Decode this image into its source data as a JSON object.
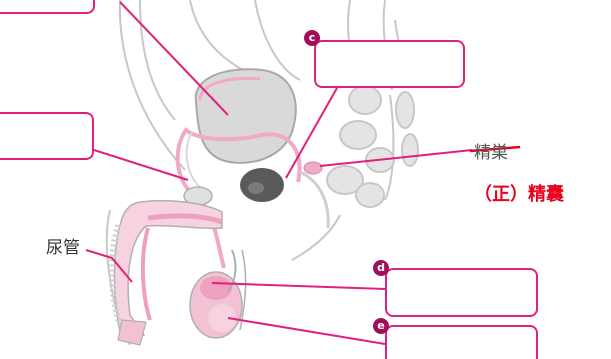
{
  "labels": {
    "urethra": "尿管",
    "struck_label": "精巣",
    "correction": "（正）精囊"
  },
  "badges": {
    "c": "c",
    "d": "d",
    "e": "e"
  },
  "colors": {
    "leader_line": "#e0207a",
    "badge": "#a0105a",
    "organ_pink": "#f5c6d8",
    "organ_gray": "#d8d8d8",
    "correction_text": "#e8001c"
  }
}
